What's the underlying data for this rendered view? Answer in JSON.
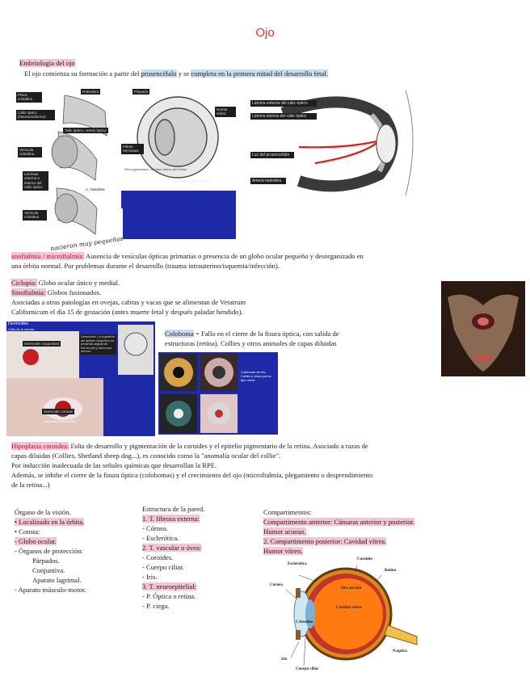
{
  "title": "Ojo",
  "embryology": {
    "heading": "Embriología del ojo",
    "line_a": "El ojo comienza su formación a partir del",
    "line_b": "prosencéfalo",
    "line_c": "y se",
    "line_d": "completa en la primera mitad del desarrollo fetal."
  },
  "figure1": {
    "labels": [
      "Placa cristalina",
      "Rebedero",
      "Cáliz óptico (Neurectodermo)",
      "Tallo óptico, nervio óptico",
      "Vesícula cristalina",
      "Láminas externa e interna del cáliz óptico",
      "Vesícula cristalina",
      "A. hialoidea",
      "Párpado",
      "Fibras nerviosas",
      "Humor vítreo",
      "Lámina externa del cáliz óptico",
      "Lámina interna del cáliz óptico",
      "Luz del prosencéfalo",
      "Arteria hialoidea",
      "Embrión, gda. 10 mm",
      "Fibra pigmentaria, una fase ulterior del Retina"
    ]
  },
  "anoftalmia": {
    "handnote": "nacieron muy pequeños",
    "term": "anoftalmia / microftalmia:",
    "text1": "Ausencia de vesículas ópticas primarias o presencia de un globo ocular pequeño y desorganizado en",
    "text2": "una órbita normal. Por problemas durante el desarrollo (trauma intrauterino/isquemia/infección)."
  },
  "ciclopia": {
    "term1": "Ciclopia:",
    "def1": "Globo ocular único y medial.",
    "term2": "Sinoftalmia:",
    "def2": "Globos fusionados.",
    "line3": "Asociadas a otras patologías en ovejas, cabras y vacas que se alimentan de Veratrum",
    "line4": "Californicum el día 15 de gestación (antes muerte fetal y después paladar hendido)."
  },
  "dermoides": {
    "labels": [
      "Dermoides",
      "Cutis de la córnea",
      "Dermoide conjuntival",
      "Dermoides: La superficie del epitelio conjuntivo se presenta original de formar piel y todos sus anexos",
      "Dermoide corneal",
      "Queratitis conjuntivitis"
    ]
  },
  "coloboma": {
    "term": "Coloboma",
    "text1": "= Fallo en el cierre de la fisura óptica, con salida de",
    "text2": "estructuras (retina). Collies y otros animales de capas diluidas",
    "photo_caption": "Coloboma de iris: Collies y otros perros tipo merle"
  },
  "hipoplasia": {
    "term": "Hipoplasia coroidea:",
    "line1": "Falta de desarrollo y pigmentación de la coroides y el epitelio pigmentario de la retina. Asociado a razas de",
    "line2": "capas diluidas (Collies, Shetland sheep dog...), es conocido como la \"anomalía ocular del collie\".",
    "line3": "Por inducción inadecuada de las señales químicas que desarrollan la RPE.",
    "line4": "Además, se inhibe el cierre de la fisura óptica (colobomas) y el crecimiento del ojo (microftalmía, plegamiento o desprendimiento",
    "line5": "de la retina...)"
  },
  "organo": {
    "heading": "Órgano de la visión.",
    "items": [
      "• Localizado en la órbita.",
      "• Consta:",
      "- Globo ocular.",
      "- Órganos de protección:"
    ],
    "sub": [
      "Párpados.",
      "Conjuntiva.",
      "Aparato lagrimal."
    ],
    "last": "- Aparato músculo-motor."
  },
  "pared": {
    "heading": "Estructura de la pared.",
    "items": [
      "1. T. fibrosa externa:",
      "- Córnea.",
      "- Esclerótica.",
      "2. T. vascular o úvea:",
      "- Coroides.",
      "- Cuerpo ciliar.",
      "- Iris.",
      "3. T. neuroepitelial:",
      "- P. Óptica o retina.",
      "- P. ciega."
    ]
  },
  "compartimentos": {
    "heading": "Compartimentos:",
    "items": [
      "Compartimento anterior: Cámaras anterior y posterior.",
      "Humor acuoso.",
      "2. Compartimento posterior: Cavidad vítrea.",
      "Humor vítreo."
    ]
  },
  "eye_diagram": {
    "labels": [
      "Esclerótica",
      "Coroides",
      "Retina",
      "Córnea",
      "Ora serrata",
      "Cavidad vítrea",
      "Cristalino",
      "Iris",
      "N.óptico",
      "Cuerpo ciliar"
    ]
  },
  "colors": {
    "highlight_pink": "#f6c4d4",
    "highlight_blue": "#c9dcf2",
    "title_red": "#e0302a"
  }
}
